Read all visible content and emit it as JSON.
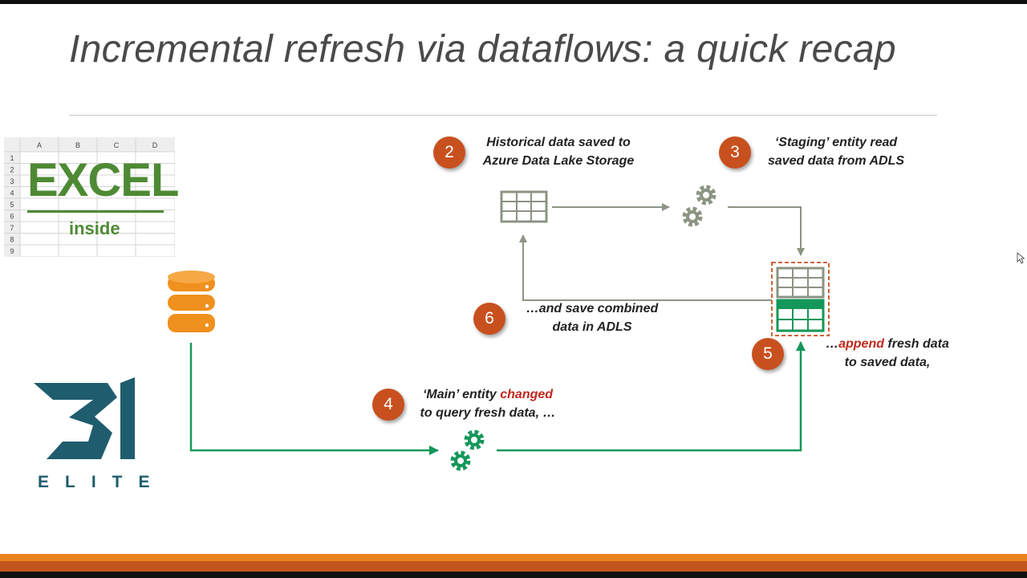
{
  "slide": {
    "title": "Incremental refresh via dataflows: a quick recap"
  },
  "excel_logo": {
    "word": "EXCEL",
    "subword": "inside",
    "columns": [
      "A",
      "B",
      "C",
      "D"
    ],
    "rows": [
      "1",
      "2",
      "3",
      "4",
      "5",
      "6",
      "7",
      "8",
      "9"
    ],
    "color": "#4e8a35"
  },
  "bi_logo": {
    "mark": "BI",
    "text": "ELITE",
    "color": "#1f5d6e"
  },
  "steps": [
    {
      "number": "2",
      "line1": "Historical data saved to",
      "line2": "Azure Data Lake Storage"
    },
    {
      "number": "3",
      "line1": "‘Staging’ entity read",
      "line2": "saved data from ADLS"
    },
    {
      "number": "4",
      "line1_pre": "‘Main’ entity ",
      "line1_hl": "changed",
      "line2": "to query fresh data, …"
    },
    {
      "number": "5",
      "line1_pre": "…",
      "line1_hl": "append",
      "line1_post": " fresh data",
      "line2": "to saved data,"
    },
    {
      "number": "6",
      "line1": "…and save combined",
      "line2": "data in ADLS"
    }
  ],
  "colors": {
    "badge": "#c8501e",
    "highlight": "#c0281c",
    "gray_flow": "#8c9484",
    "green_flow": "#14975a",
    "database": "#f0901e",
    "footer_orange": "#e8821e",
    "footer_rust": "#c2551c"
  },
  "icons": {
    "database": "database-icon",
    "table": "table-icon",
    "gears": "gears-icon",
    "cursor": "mouse-cursor-icon"
  }
}
